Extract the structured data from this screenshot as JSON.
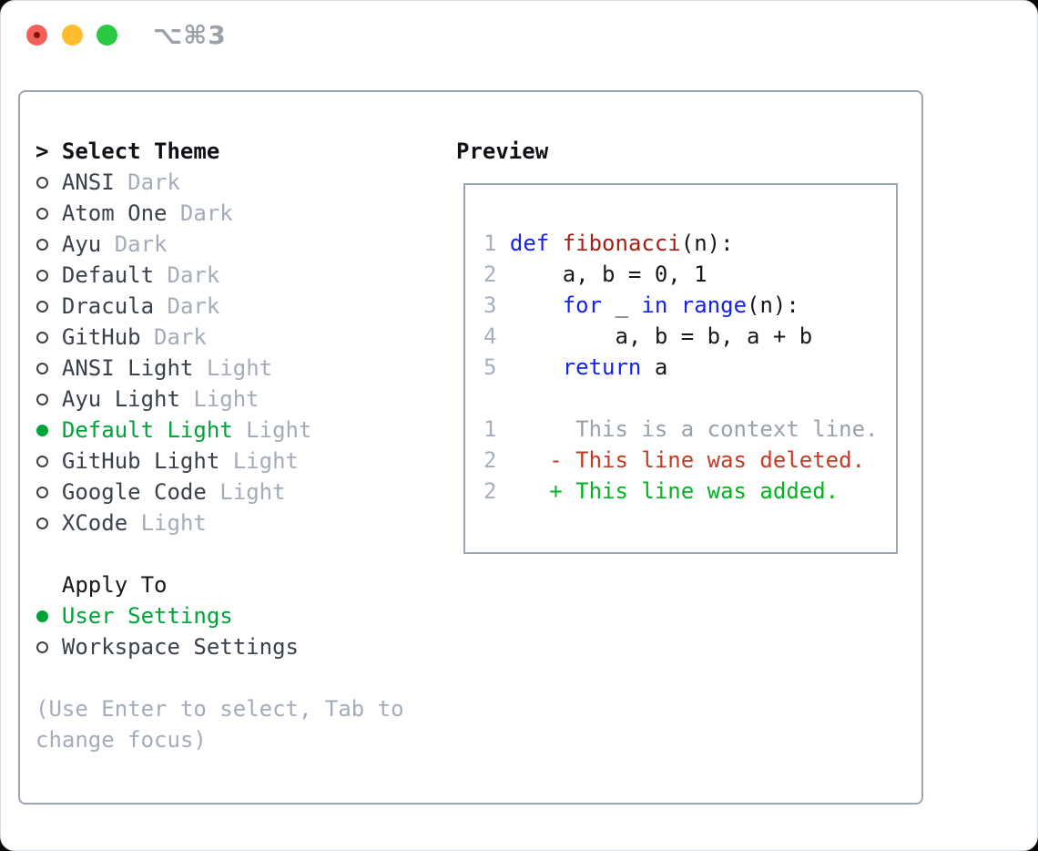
{
  "window": {
    "title": "⌥⌘3",
    "traffic_lights": [
      {
        "name": "close",
        "color": "#f3605a"
      },
      {
        "name": "minimize",
        "color": "#febc2e"
      },
      {
        "name": "zoom",
        "color": "#2bc843"
      }
    ]
  },
  "theme_select": {
    "prompt": ">",
    "heading": "Select Theme",
    "items": [
      {
        "name": "ANSI",
        "variant": "Dark",
        "selected": false
      },
      {
        "name": "Atom One",
        "variant": "Dark",
        "selected": false
      },
      {
        "name": "Ayu",
        "variant": "Dark",
        "selected": false
      },
      {
        "name": "Default",
        "variant": "Dark",
        "selected": false
      },
      {
        "name": "Dracula",
        "variant": "Dark",
        "selected": false
      },
      {
        "name": "GitHub",
        "variant": "Dark",
        "selected": false
      },
      {
        "name": "ANSI Light",
        "variant": "Light",
        "selected": false
      },
      {
        "name": "Ayu Light",
        "variant": "Light",
        "selected": false
      },
      {
        "name": "Default Light",
        "variant": "Light",
        "selected": true
      },
      {
        "name": "GitHub Light",
        "variant": "Light",
        "selected": false
      },
      {
        "name": "Google Code",
        "variant": "Light",
        "selected": false
      },
      {
        "name": "XCode",
        "variant": "Light",
        "selected": false
      }
    ]
  },
  "apply_to": {
    "heading": "Apply To",
    "options": [
      {
        "label": "User Settings",
        "selected": true
      },
      {
        "label": "Workspace Settings",
        "selected": false
      }
    ]
  },
  "hint_lines": [
    "(Use Enter to select, Tab to",
    "change focus)"
  ],
  "preview": {
    "heading": "Preview",
    "lines": [
      {
        "num": "1",
        "segs": [
          {
            "t": "def",
            "c": "kw"
          },
          {
            "t": " ",
            "c": "pl"
          },
          {
            "t": "fibonacci",
            "c": "fn"
          },
          {
            "t": "(n):",
            "c": "pl"
          }
        ]
      },
      {
        "num": "2",
        "segs": [
          {
            "t": "    a, b = 0, 1",
            "c": "pl"
          }
        ]
      },
      {
        "num": "3",
        "segs": [
          {
            "t": "    ",
            "c": "pl"
          },
          {
            "t": "for",
            "c": "kw"
          },
          {
            "t": " _ ",
            "c": "pl"
          },
          {
            "t": "in",
            "c": "kw"
          },
          {
            "t": " ",
            "c": "pl"
          },
          {
            "t": "range",
            "c": "kw"
          },
          {
            "t": "(n):",
            "c": "pl"
          }
        ]
      },
      {
        "num": "4",
        "segs": [
          {
            "t": "        a, b = b, a + b",
            "c": "pl"
          }
        ]
      },
      {
        "num": "5",
        "segs": [
          {
            "t": "    ",
            "c": "pl"
          },
          {
            "t": "return",
            "c": "kw"
          },
          {
            "t": " a",
            "c": "pl"
          }
        ]
      },
      {
        "num": "",
        "segs": []
      },
      {
        "num": "1",
        "segs": [
          {
            "t": "     This is a context line.",
            "c": "ctx"
          }
        ]
      },
      {
        "num": "2",
        "segs": [
          {
            "t": "   - This line was deleted.",
            "c": "del"
          }
        ]
      },
      {
        "num": "2",
        "segs": [
          {
            "t": "   + This line was added.",
            "c": "add"
          }
        ]
      }
    ]
  },
  "colors": {
    "selection_green": "#00a338",
    "diff_added_green": "#00b41e",
    "diff_deleted_red": "#c53a26",
    "keyword_blue": "#1421f2",
    "function_red": "#a81d10",
    "muted_gray": "#a3acb8",
    "line_number_gray": "#a7b0bd",
    "panel_border_gray": "#9ca5b2",
    "text_dark": "#3a414b"
  }
}
